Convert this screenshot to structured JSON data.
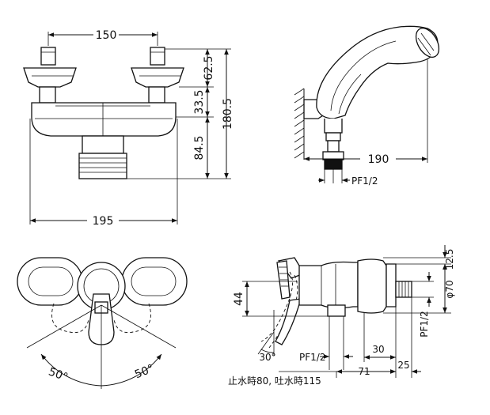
{
  "front_view": {
    "width_top": "150",
    "height_upper": "62.5",
    "height_total": "180.5",
    "height_mid": "33.5",
    "height_lower": "84.5",
    "width_overall": "195"
  },
  "shower_view": {
    "reach": "190",
    "thread": "PF1/2"
  },
  "top_view": {
    "angle_left": "50°",
    "angle_right": "50°"
  },
  "side_view": {
    "height_44": "44",
    "top_offset": "12.5",
    "diameter": "φ70",
    "thread_vertical": "PF1/2",
    "angle": "30°",
    "thread_bottom": "PF1/2",
    "length_30": "30",
    "length_71": "71",
    "length_25": "25",
    "note": "止水時80, 吐水時115"
  },
  "colors": {
    "line": "#111111",
    "background": "#ffffff"
  }
}
